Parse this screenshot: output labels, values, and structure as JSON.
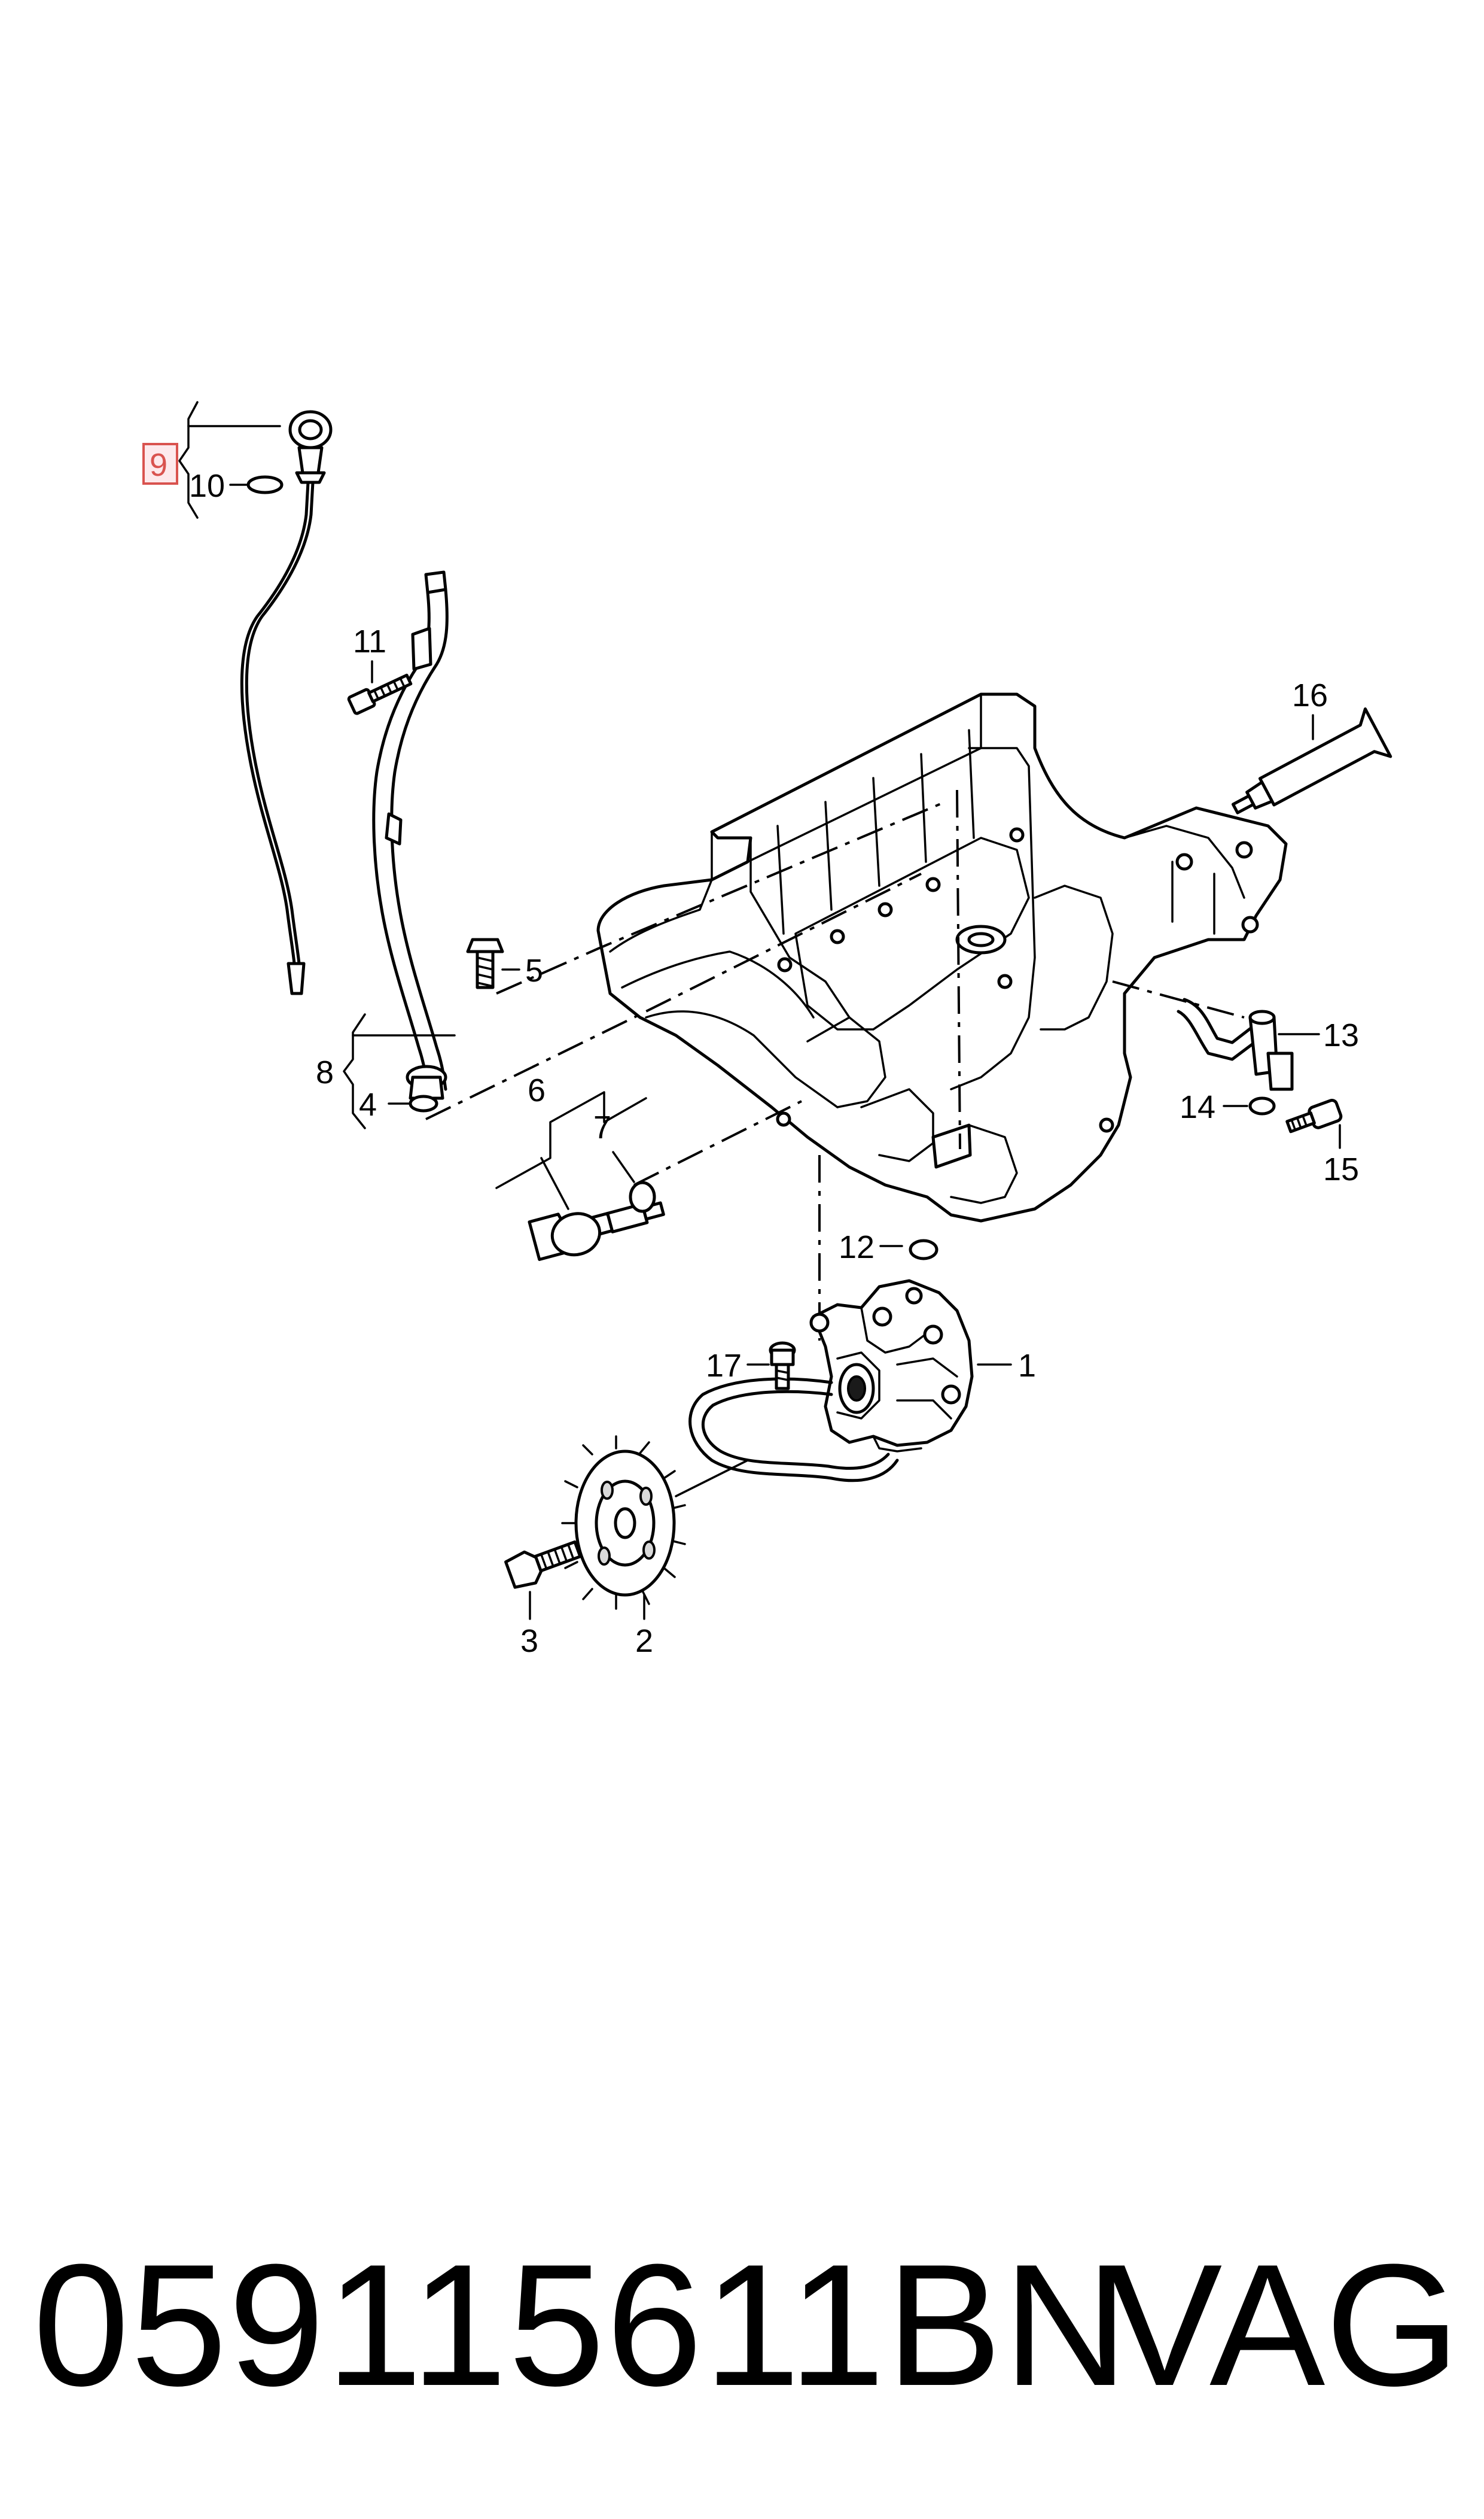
{
  "diagram": {
    "callouts": [
      {
        "id": "c1",
        "label": "1"
      },
      {
        "id": "c2",
        "label": "2"
      },
      {
        "id": "c3",
        "label": "3"
      },
      {
        "id": "c4",
        "label": "4"
      },
      {
        "id": "c5",
        "label": "5"
      },
      {
        "id": "c6",
        "label": "6"
      },
      {
        "id": "c7",
        "label": "7"
      },
      {
        "id": "c8",
        "label": "8"
      },
      {
        "id": "c9",
        "label": "9",
        "highlighted": true
      },
      {
        "id": "c10",
        "label": "10"
      },
      {
        "id": "c11",
        "label": "11"
      },
      {
        "id": "c12",
        "label": "12"
      },
      {
        "id": "c13",
        "label": "13"
      },
      {
        "id": "c14",
        "label": "14"
      },
      {
        "id": "c15",
        "label": "15"
      },
      {
        "id": "c16",
        "label": "16"
      },
      {
        "id": "c17",
        "label": "17"
      }
    ],
    "highlight_color": "#d9534f"
  },
  "footer": {
    "part_number": "059115611BN",
    "brand": "VAG"
  }
}
